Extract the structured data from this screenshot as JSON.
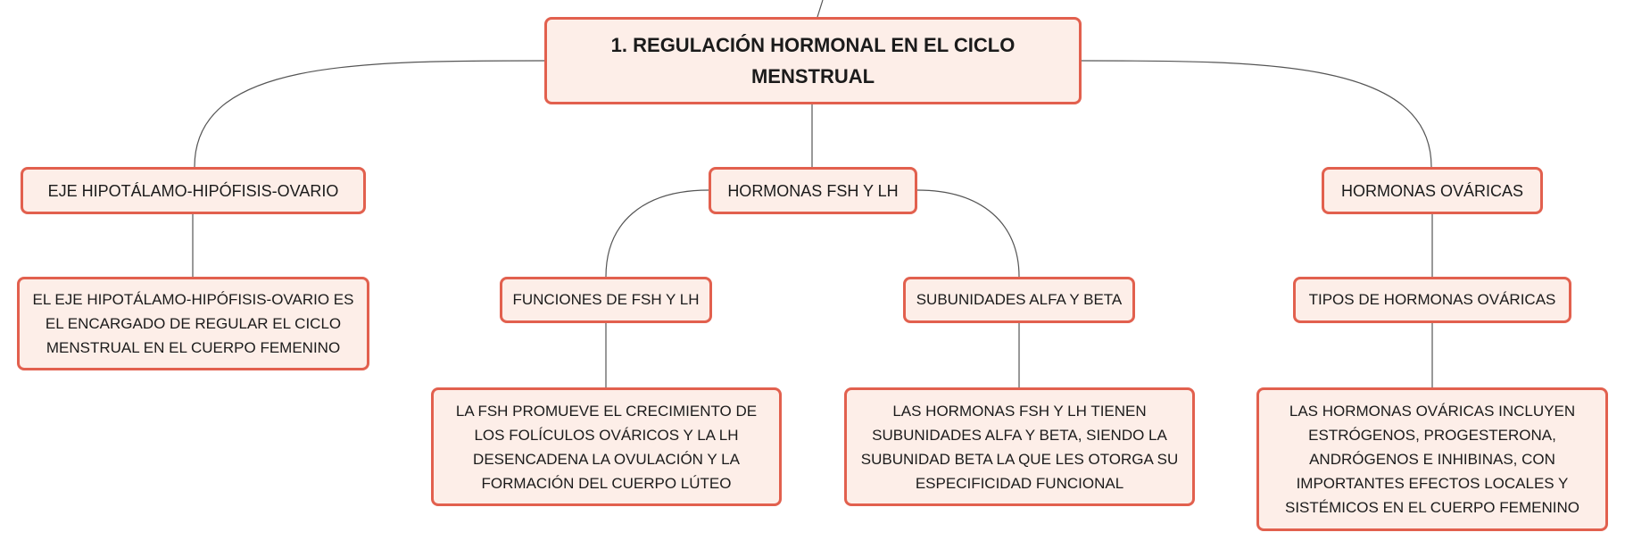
{
  "mindmap": {
    "root": {
      "label": "1. REGULACIÓN HORMONAL EN EL CICLO MENSTRUAL"
    },
    "branches": [
      {
        "label": "EJE HIPOTÁLAMO-HIPÓFISIS-OVARIO",
        "description": "EL EJE HIPOTÁLAMO-HIPÓFISIS-OVARIO ES EL ENCARGADO DE REGULAR EL CICLO MENSTRUAL EN EL CUERPO FEMENINO"
      },
      {
        "label": "HORMONAS FSH Y LH",
        "children": [
          {
            "label": "FUNCIONES DE FSH Y LH",
            "description": "LA FSH PROMUEVE EL CRECIMIENTO DE LOS FOLÍCULOS OVÁRICOS Y LA LH DESENCADENA LA OVULACIÓN Y LA FORMACIÓN DEL CUERPO LÚTEO"
          },
          {
            "label": "SUBUNIDADES ALFA Y BETA",
            "description": "LAS HORMONAS FSH Y LH TIENEN SUBUNIDADES ALFA Y BETA, SIENDO LA SUBUNIDAD BETA LA QUE LES OTORGA SU ESPECIFICIDAD FUNCIONAL"
          }
        ]
      },
      {
        "label": "HORMONAS OVÁRICAS",
        "children": [
          {
            "label": "TIPOS DE HORMONAS OVÁRICAS",
            "description": "LAS HORMONAS OVÁRICAS INCLUYEN ESTRÓGENOS, PROGESTERONA, ANDRÓGENOS E INHIBINAS, CON IMPORTANTES EFECTOS LOCALES Y SISTÉMICOS EN EL CUERPO FEMENINO"
          }
        ]
      }
    ]
  },
  "colors": {
    "node_border": "#e2604e",
    "node_fill": "#fdeee8",
    "connector": "#555555",
    "text": "#1b1b1b"
  }
}
